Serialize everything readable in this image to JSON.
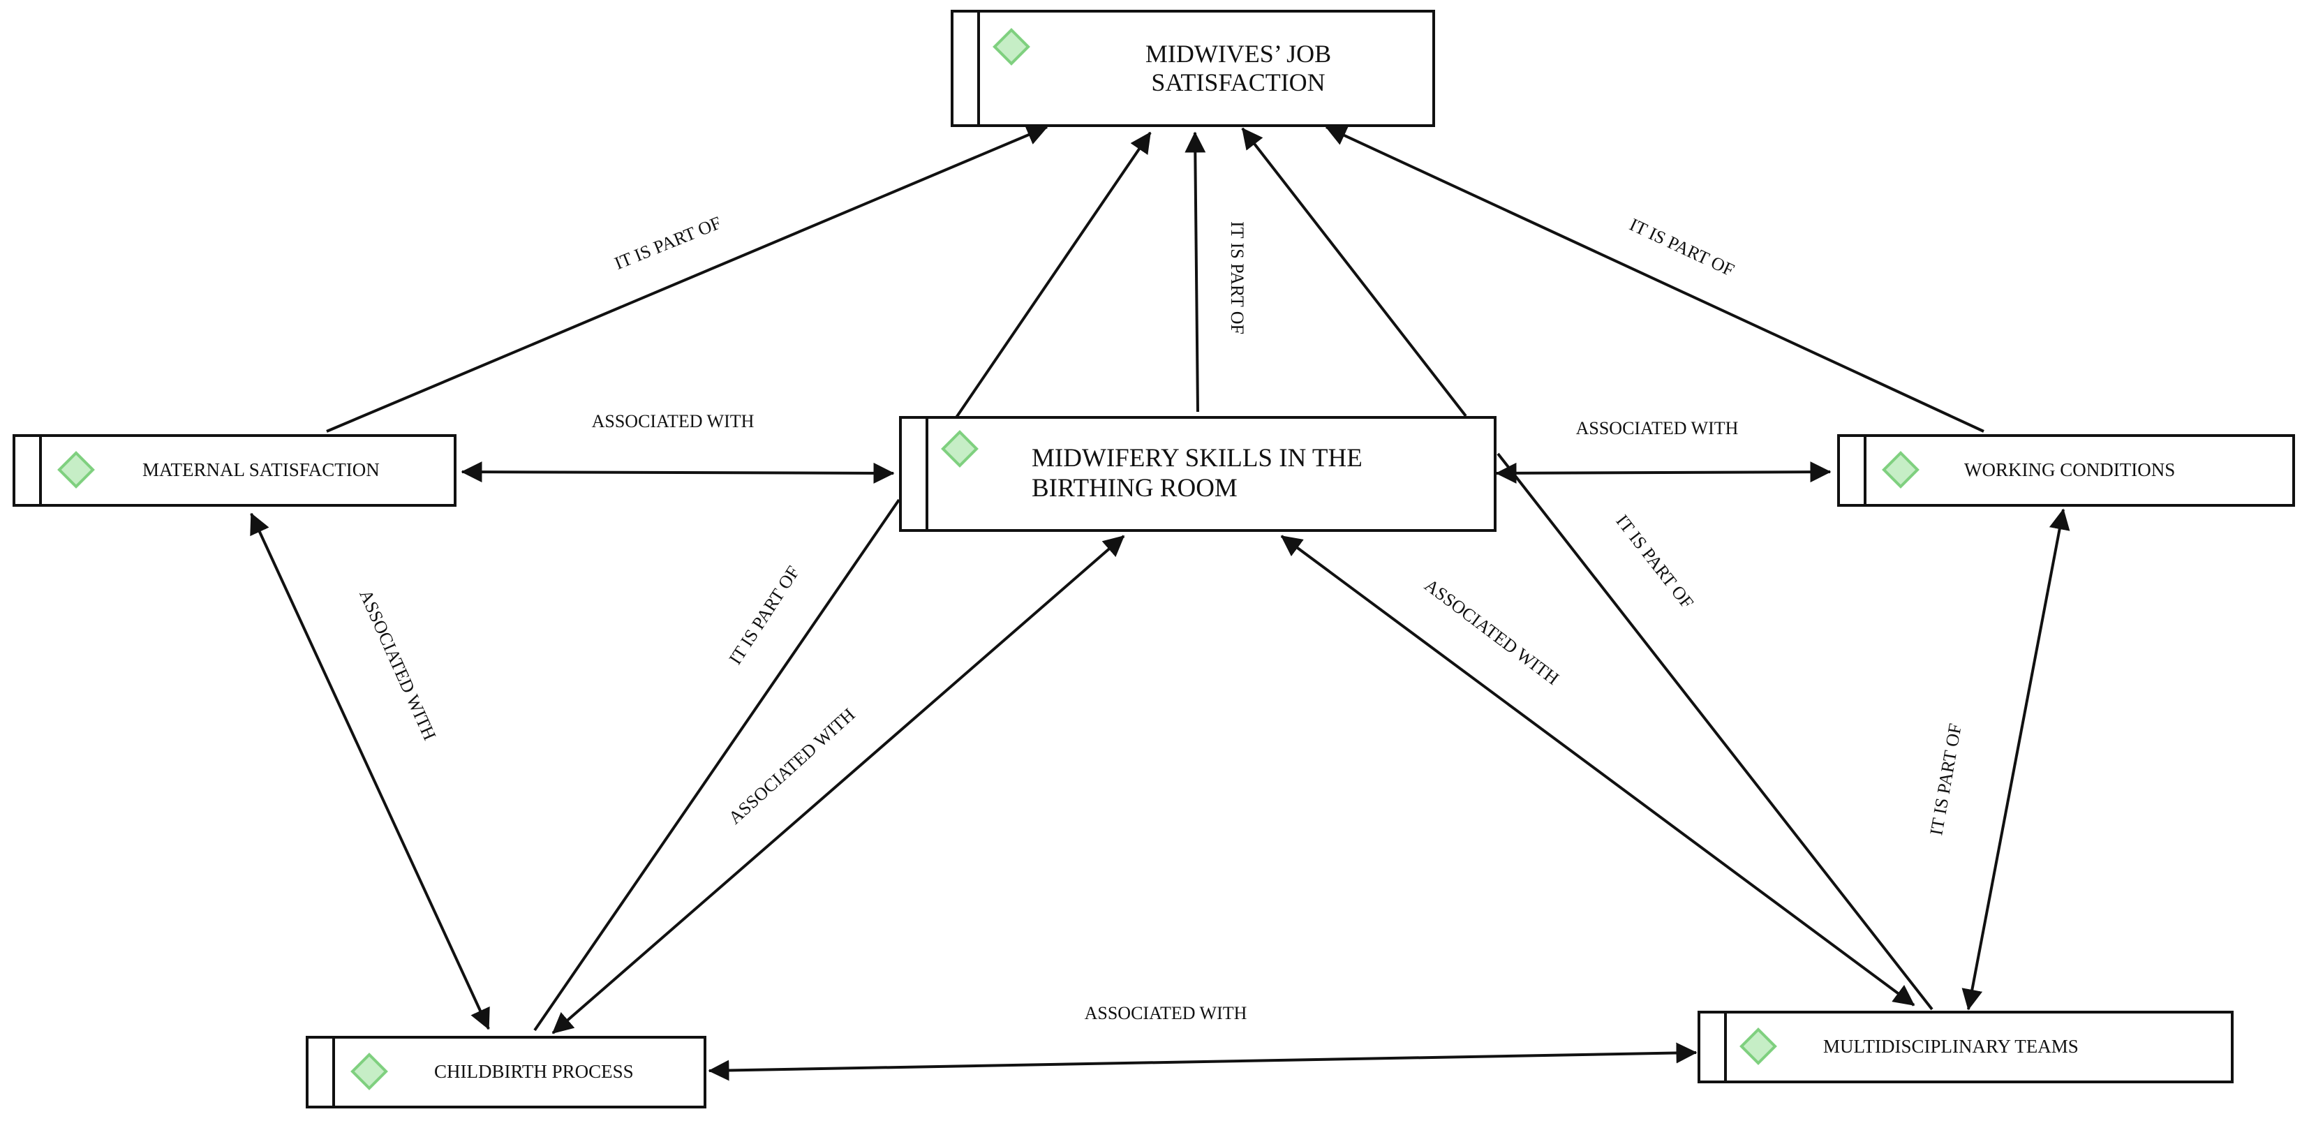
{
  "nodes": {
    "job_satisfaction": "MIDWIVES’ JOB SATISFACTION",
    "skills_title_line1": "MIDWIFERY SKILLS IN THE",
    "skills_title_line2": "BIRTHING ROOM",
    "job_line1": "MIDWIVES’ JOB",
    "job_line2": "SATISFACTION",
    "maternal": "MATERNAL SATISFACTION",
    "working": "WORKING CONDITIONS",
    "childbirth": "CHILDBIRTH PROCESS",
    "teams": "MULTIDISCIPLINARY TEAMS"
  },
  "edges": {
    "maternal_to_job": "IT IS PART OF",
    "skills_to_job": "IT IS PART OF",
    "working_to_job": "IT IS PART OF",
    "maternal_skills": "ASSOCIATED WITH",
    "skills_working": "ASSOCIATED WITH",
    "maternal_childbirth": "ASSOCIATED WITH",
    "childbirth_to_skills_part": "IT IS PART OF",
    "childbirth_skills_assoc": "ASSOCIATED WITH",
    "teams_skills_assoc": "ASSOCIATED WITH",
    "teams_to_skills_part": "IT IS PART OF",
    "teams_working": "IT IS PART OF",
    "childbirth_teams": "ASSOCIATED WITH"
  },
  "colors": {
    "line": "#111111",
    "diamond_fill": "#c6eec6",
    "diamond_border": "#7fd07f"
  }
}
